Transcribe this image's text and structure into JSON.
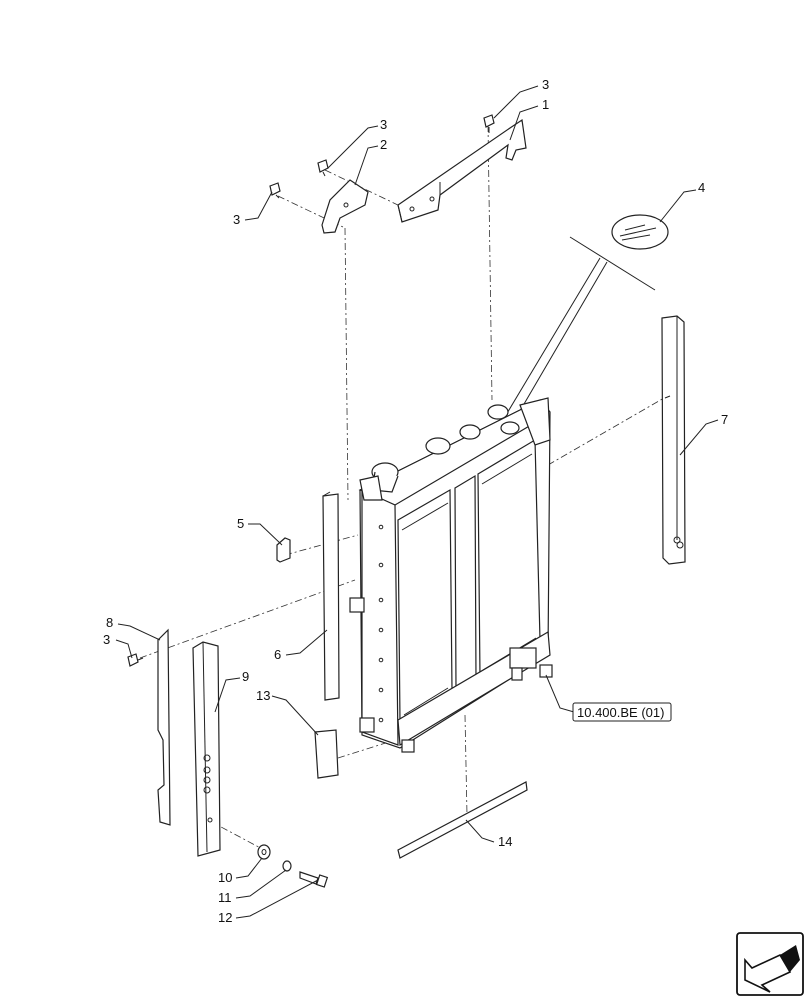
{
  "callouts": [
    {
      "id": "c1",
      "text": "1"
    },
    {
      "id": "c2",
      "text": "2"
    },
    {
      "id": "c3a",
      "text": "3"
    },
    {
      "id": "c3b",
      "text": "3"
    },
    {
      "id": "c3c",
      "text": "3"
    },
    {
      "id": "c3d",
      "text": "3"
    },
    {
      "id": "c4",
      "text": "4"
    },
    {
      "id": "c5",
      "text": "5"
    },
    {
      "id": "c6",
      "text": "6"
    },
    {
      "id": "c7",
      "text": "7"
    },
    {
      "id": "c8",
      "text": "8"
    },
    {
      "id": "c9",
      "text": "9"
    },
    {
      "id": "c10",
      "text": "10"
    },
    {
      "id": "c11",
      "text": "11"
    },
    {
      "id": "c12",
      "text": "12"
    },
    {
      "id": "c13",
      "text": "13"
    },
    {
      "id": "c14",
      "text": "14"
    }
  ],
  "reference": {
    "text": "10.400.BE (01)"
  },
  "nav_icon": "arrow-navigation-icon"
}
